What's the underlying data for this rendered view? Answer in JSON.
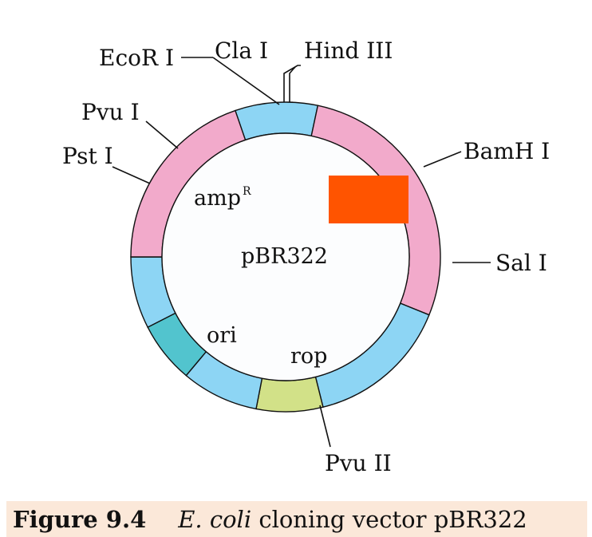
{
  "plasmid": {
    "name": "pBR322",
    "genes": {
      "amp": "amp",
      "amp_sup": "R",
      "ori": "ori",
      "rop": "rop"
    },
    "sites": {
      "ecor1": "EcoR I",
      "cla1": "Cla I",
      "hind3": "Hind III",
      "pvu1": "Pvu I",
      "pst1": "Pst I",
      "bamh1": "BamH I",
      "sal1": "Sal I",
      "pvu2": "Pvu II"
    }
  },
  "caption": {
    "figure_number": "Figure 9.4",
    "species": "E. coli",
    "text": "cloning vector pBR322"
  },
  "colors": {
    "blue_segment": "#8dd5f4",
    "pink_segment": "#f2aacb",
    "teal_segment": "#52c4ce",
    "green_segment": "#d2e188",
    "orange_block": "#ff5400",
    "caption_bg": "#fbe8d9"
  }
}
